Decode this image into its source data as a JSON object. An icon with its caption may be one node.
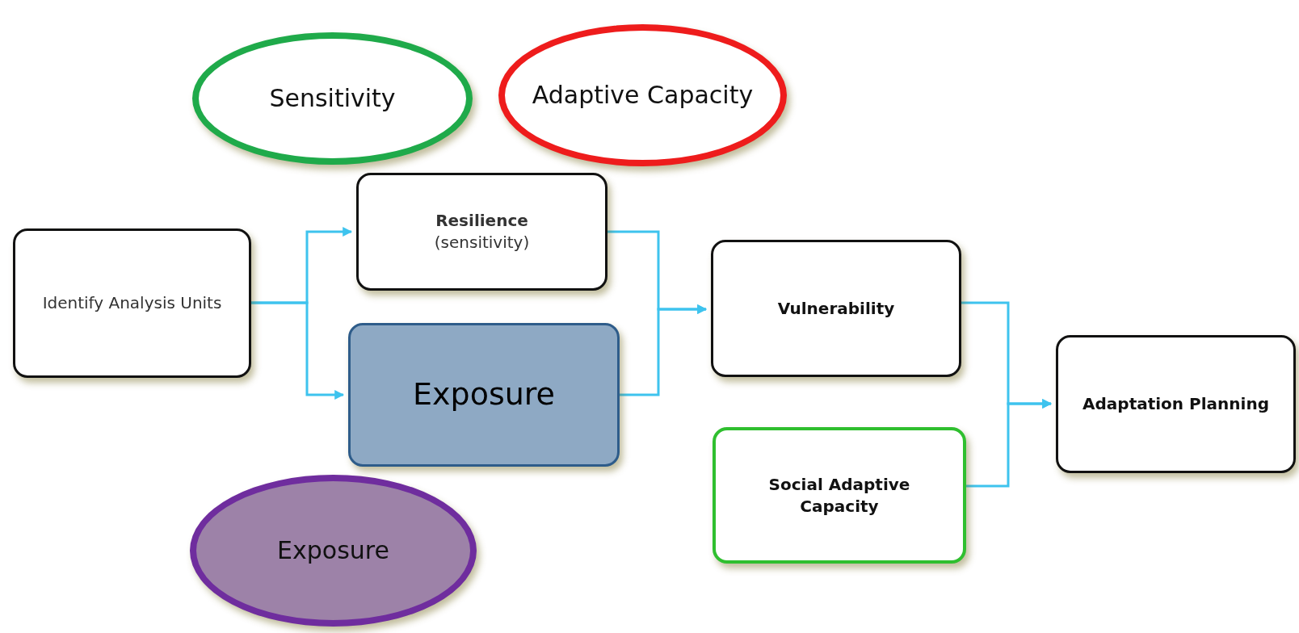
{
  "diagram": {
    "nodes": [
      {
        "text": [
          "Sensitivity"
        ]
      },
      {
        "text": [
          "Adaptive Capacity"
        ]
      },
      {
        "text": [
          "Identify Analysis Units"
        ]
      },
      {
        "text": [
          "Resilience",
          "(sensitivity)"
        ]
      },
      {
        "text": [
          "Exposure"
        ]
      },
      {
        "text": [
          "Exposure"
        ]
      },
      {
        "text": [
          "Vulnerability"
        ]
      },
      {
        "text": [
          "Social Adaptive Capacity"
        ]
      },
      {
        "text": [
          "Adaptation Planning"
        ]
      }
    ],
    "edges": [
      {
        "from": 2,
        "to": 3,
        "arrow": "to"
      },
      {
        "from": 2,
        "to": 4,
        "arrow": "to"
      },
      {
        "from": 3,
        "to": 6,
        "arrow": "to"
      },
      {
        "from": 4,
        "to": 6,
        "arrow": "to"
      },
      {
        "from": 6,
        "to": 8,
        "arrow": "to"
      },
      {
        "from": 7,
        "to": 8,
        "arrow": "to"
      }
    ]
  }
}
